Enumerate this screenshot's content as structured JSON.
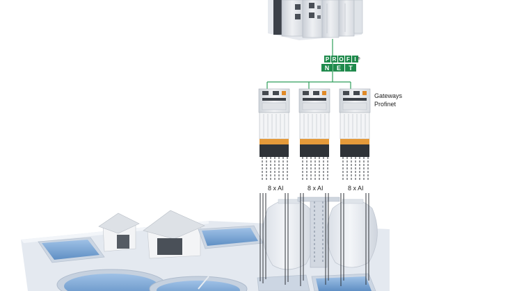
{
  "labels": {
    "gateways_line1": "Gateways",
    "gateways_line2": "Profinet",
    "io_label_1": "8 x AI",
    "io_label_2": "8 x AI",
    "io_label_3": "8 x AI"
  },
  "logo": {
    "row1": [
      "P",
      "R",
      "O",
      "F",
      "I"
    ],
    "row2": [
      "N",
      "E",
      "T"
    ],
    "trademark": "®"
  },
  "colors": {
    "profinet_green": "#1f8a4c",
    "network_line": "#2e9e5a",
    "water": "#7fa9d6",
    "tank": "#eef1f5",
    "ground": "#e4e9f0"
  },
  "icons": {
    "controller": "plc-rack-icon",
    "gateway": "remote-io-gateway-icon",
    "plant": "water-treatment-plant-icon"
  }
}
